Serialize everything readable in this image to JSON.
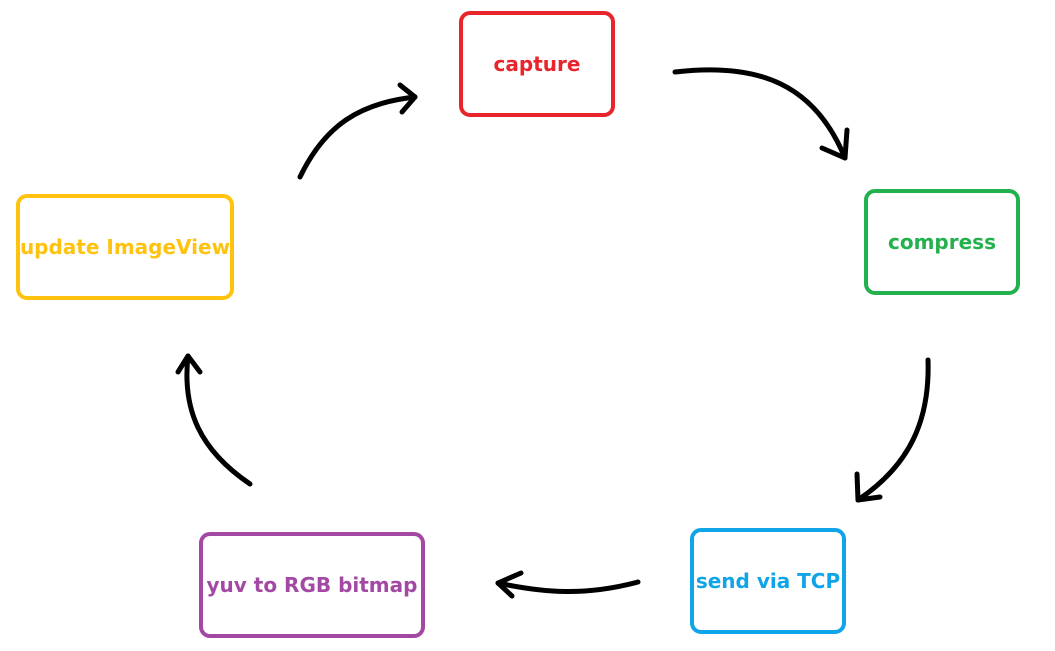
{
  "diagram": {
    "nodes": [
      {
        "id": "capture",
        "label": "capture",
        "color": "#e8242c"
      },
      {
        "id": "compress",
        "label": "compress",
        "color": "#22b14c"
      },
      {
        "id": "send-via-tcp",
        "label": "send via TCP",
        "color": "#10a4e8"
      },
      {
        "id": "yuv-to-rgb-bitmap",
        "label": "yuv to RGB bitmap",
        "color": "#a349a4"
      },
      {
        "id": "update-imageview",
        "label": "update ImageView",
        "color": "#ffc20e"
      }
    ],
    "edges": [
      {
        "from": "capture",
        "to": "compress"
      },
      {
        "from": "compress",
        "to": "send-via-tcp"
      },
      {
        "from": "send-via-tcp",
        "to": "yuv-to-rgb-bitmap"
      },
      {
        "from": "yuv-to-rgb-bitmap",
        "to": "update-imageview"
      },
      {
        "from": "update-imageview",
        "to": "capture"
      }
    ],
    "arrow_color": "#000000"
  }
}
